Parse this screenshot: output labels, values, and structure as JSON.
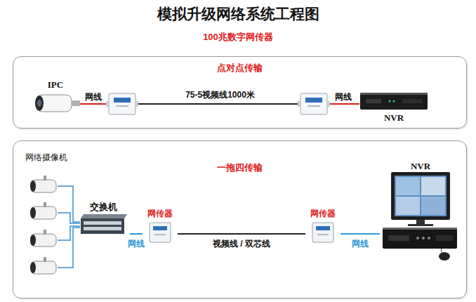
{
  "diagram": {
    "title": "模拟升级网络系统工程图",
    "nodes": [
      {
        "text": [
          "点对点传输"
        ]
      },
      {
        "text": [
          "IPC"
        ],
        "in": 0
      },
      {
        "text": [
          "NVR"
        ],
        "in": 0
      },
      {
        "text": [
          "一拖四传输"
        ]
      },
      {
        "text": [
          "交换机"
        ],
        "in": 3
      },
      {
        "text": [
          "网传器"
        ],
        "in": 3
      },
      {
        "text": [
          "网传器"
        ],
        "in": 3
      },
      {
        "text": [
          "NVR"
        ],
        "in": 3
      }
    ],
    "edges": [
      {
        "from": 1,
        "to": 2,
        "arrow": "none",
        "label": "75-5视频线1000米"
      },
      {
        "from": 4,
        "to": 5,
        "arrow": "none",
        "label": "网线"
      },
      {
        "from": 5,
        "to": 6,
        "arrow": "none",
        "label": "视频线 / 双芯线"
      },
      {
        "from": 6,
        "to": 7,
        "arrow": "none",
        "label": "网线"
      }
    ],
    "labels": [
      "100兆数字网传器",
      "网线",
      "网线",
      "网络摄像机"
    ]
  }
}
